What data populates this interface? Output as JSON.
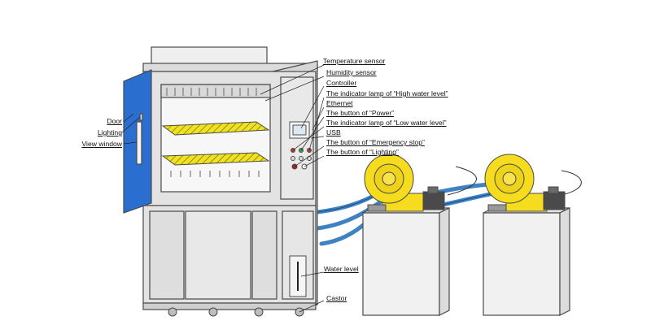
{
  "labels": {
    "left": {
      "door": "Door",
      "lighting": "Lighting",
      "view_window": "View window"
    },
    "right": {
      "temperature_sensor": "Temperature sensor",
      "humidity_sensor": "Humidity sensor",
      "controller": "Controller",
      "high_water_lamp": "The indicator lamp of “High water level”",
      "ethernet": "Ethernet",
      "power_button": "The button of “Power”",
      "low_water_lamp": "The indicator lamp of “Low water level”",
      "usb": "USB",
      "emergency_stop": "The button of “Emergency stop”",
      "lighting_button": "The button of “Lighting”",
      "water_level": "Water level",
      "castor": "Castor"
    }
  },
  "colors": {
    "door_panel": "#2a6fd0",
    "shelf": "#f2e21a",
    "pump_yellow": "#f5dc1e",
    "hose_blue": "#3f82c4",
    "cabinet": "#e3e3e3",
    "outline": "#4a4a4a"
  }
}
